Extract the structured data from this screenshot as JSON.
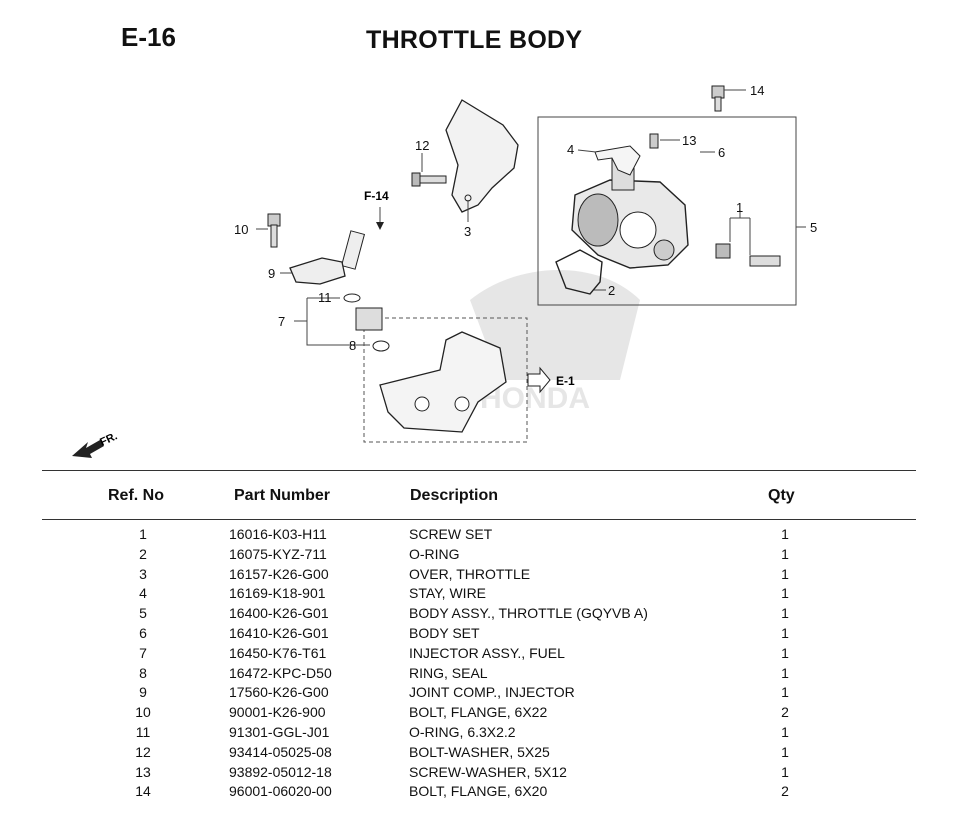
{
  "header": {
    "page_code": "E-16",
    "title": "THROTTLE BODY"
  },
  "diagram": {
    "callouts": [
      "1",
      "2",
      "3",
      "4",
      "5",
      "6",
      "7",
      "8",
      "9",
      "10",
      "11",
      "12",
      "13",
      "14"
    ],
    "refs": {
      "f14": "F-14",
      "e1": "E-1",
      "fr": "FR."
    },
    "watermark": "HONDA"
  },
  "table": {
    "headers": {
      "ref": "Ref. No",
      "part": "Part Number",
      "desc": "Description",
      "qty": "Qty"
    },
    "rows": [
      {
        "ref": "1",
        "part": "16016-K03-H11",
        "desc": "SCREW SET",
        "qty": "1"
      },
      {
        "ref": "2",
        "part": "16075-KYZ-711",
        "desc": "O-RING",
        "qty": "1"
      },
      {
        "ref": "3",
        "part": "16157-K26-G00",
        "desc": "OVER, THROTTLE",
        "qty": "1"
      },
      {
        "ref": "4",
        "part": "16169-K18-901",
        "desc": "STAY, WIRE",
        "qty": "1"
      },
      {
        "ref": "5",
        "part": "16400-K26-G01",
        "desc": "BODY ASSY., THROTTLE (GQYVB A)",
        "qty": "1"
      },
      {
        "ref": "6",
        "part": "16410-K26-G01",
        "desc": "BODY SET",
        "qty": "1"
      },
      {
        "ref": "7",
        "part": "16450-K76-T61",
        "desc": "INJECTOR ASSY., FUEL",
        "qty": "1"
      },
      {
        "ref": "8",
        "part": "16472-KPC-D50",
        "desc": "RING, SEAL",
        "qty": "1"
      },
      {
        "ref": "9",
        "part": "17560-K26-G00",
        "desc": "JOINT COMP., INJECTOR",
        "qty": "1"
      },
      {
        "ref": "10",
        "part": "90001-K26-900",
        "desc": "BOLT, FLANGE, 6X22",
        "qty": "2"
      },
      {
        "ref": "11",
        "part": "91301-GGL-J01",
        "desc": "O-RING, 6.3X2.2",
        "qty": "1"
      },
      {
        "ref": "12",
        "part": "93414-05025-08",
        "desc": "BOLT-WASHER, 5X25",
        "qty": "1"
      },
      {
        "ref": "13",
        "part": "93892-05012-18",
        "desc": "SCREW-WASHER, 5X12",
        "qty": "1"
      },
      {
        "ref": "14",
        "part": "96001-06020-00",
        "desc": "BOLT, FLANGE, 6X20",
        "qty": "2"
      }
    ]
  }
}
